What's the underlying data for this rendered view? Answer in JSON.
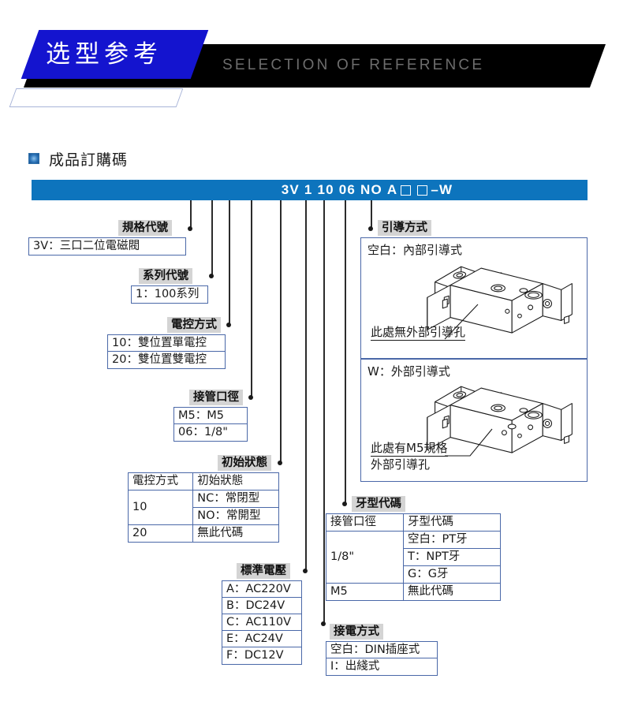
{
  "banner": {
    "title_cn": "选型参考",
    "title_en": "SELECTION OF REFERENCE",
    "blue": "#1414cf",
    "black": "#000000"
  },
  "section": {
    "icon": "blue-square-icon",
    "title": "成品訂購碼"
  },
  "code_bar": {
    "color": "#0d74bd",
    "segments": [
      "3V",
      "1",
      "10",
      "06",
      "NO",
      "A"
    ],
    "box_placeholder": "□",
    "suffix": "–W",
    "full_text": "3V 1 10 06 NO A □ □–W"
  },
  "callouts": {
    "spec_code": {
      "label": "規格代號",
      "rows": [
        "3V：三口二位電磁閥"
      ]
    },
    "series_code": {
      "label": "系列代號",
      "rows": [
        "1：100系列"
      ]
    },
    "control_mode": {
      "label": "電控方式",
      "rows": [
        "10：雙位置單電控",
        "20：雙位置雙電控"
      ]
    },
    "port_size": {
      "label": "接管口徑",
      "rows": [
        "M5：M5",
        "06：1/8\""
      ]
    },
    "initial_state": {
      "label": "初始狀態",
      "headers": [
        "電控方式",
        "初始狀態"
      ],
      "rows": [
        {
          "mode": "10",
          "states": [
            "NC：常閉型",
            "NO：常開型"
          ]
        },
        {
          "mode": "20",
          "states": [
            "無此代碼"
          ]
        }
      ]
    },
    "voltage": {
      "label": "標準電壓",
      "rows": [
        "A：AC220V",
        "B：DC24V",
        "C：AC110V",
        "E：AC24V",
        "F：DC12V"
      ]
    },
    "wiring": {
      "label": "接電方式",
      "rows": [
        "空白：DIN插座式",
        "I：出綫式"
      ]
    },
    "thread_code": {
      "label": "牙型代碼",
      "headers": [
        "接管口徑",
        "牙型代碼"
      ],
      "rows": [
        {
          "port": "1/8\"",
          "threads": [
            "空白：PT牙",
            "T：NPT牙",
            "G：G牙"
          ]
        },
        {
          "port": "M5",
          "threads": [
            "無此代碼"
          ]
        }
      ]
    },
    "pilot": {
      "label": "引導方式",
      "panels": [
        {
          "code_label": "空白：內部引導式",
          "note_line1": "此處無外部引導孔",
          "note_line2": "",
          "image": "solenoid-valve-illustration"
        },
        {
          "code_label": "W：外部引導式",
          "note_line1": "此處有M5規格",
          "note_line2": "外部引導孔",
          "image": "solenoid-valve-illustration"
        }
      ]
    }
  }
}
